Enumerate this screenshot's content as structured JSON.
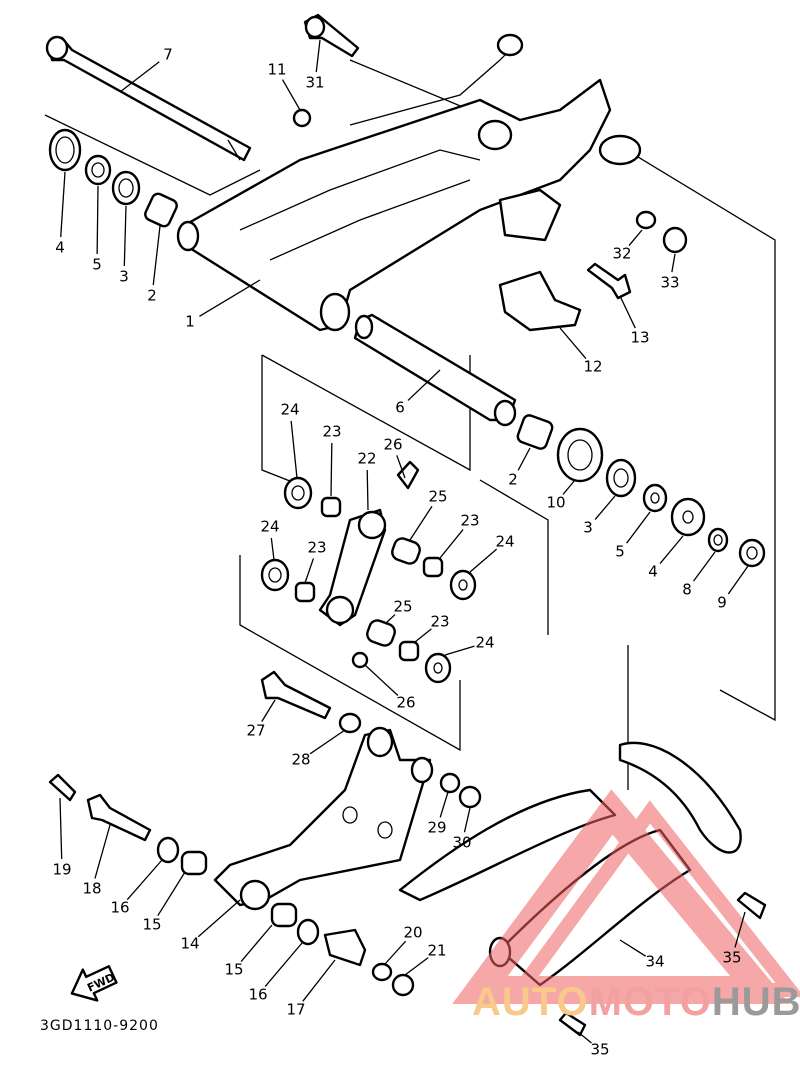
{
  "diagram": {
    "part_code": "3GD1110-9200",
    "fwd_label": "FWD",
    "callouts": [
      "7",
      "11",
      "31",
      "4",
      "5",
      "3",
      "2",
      "1",
      "6",
      "12",
      "13",
      "32",
      "33",
      "24",
      "23",
      "26",
      "22",
      "2",
      "10",
      "3",
      "25",
      "5",
      "4",
      "8",
      "9",
      "24",
      "23",
      "24",
      "23",
      "25",
      "23",
      "24",
      "26",
      "27",
      "28",
      "29",
      "30",
      "19",
      "18",
      "16",
      "15",
      "14",
      "15",
      "20",
      "21",
      "16",
      "17",
      "35",
      "34",
      "35"
    ]
  },
  "watermark": {
    "part1": "AUTO",
    "part2": "MOTO",
    "part3": "HUB",
    "colors": {
      "auto": "#f8c98a",
      "moto": "#f2a0a0",
      "hub": "#9a9a9a",
      "triangle": "#f06060"
    }
  }
}
